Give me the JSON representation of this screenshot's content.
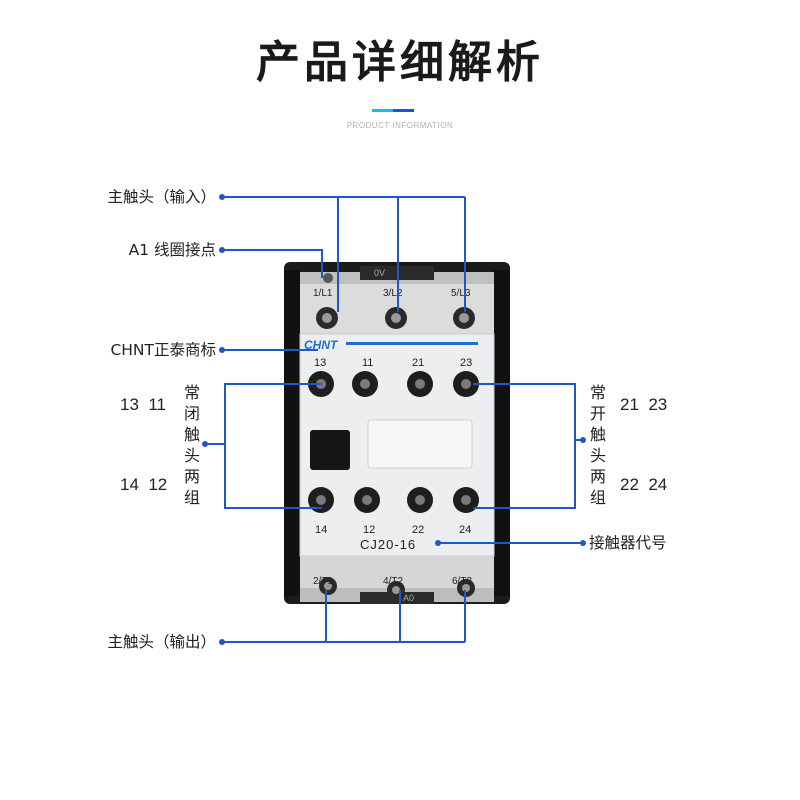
{
  "header": {
    "title": "产品详细解析",
    "subtitle": "PRODUCT INFORMATION",
    "bar_colors": [
      "#1fb7e6",
      "#1e50d8"
    ]
  },
  "callouts": {
    "main_input": "主触头（输入）",
    "a1_coil": "A1 线圈接点",
    "brand_mark": "CHNT正泰商标",
    "contactor_code": "接触器代号",
    "main_output": "主触头（输出）"
  },
  "aux_left": {
    "top_numbers": "13  11",
    "bottom_numbers": "14  12",
    "label_chars": [
      "常",
      "闭",
      "触",
      "头",
      "两",
      "组"
    ]
  },
  "aux_right": {
    "top_numbers": "21  23",
    "bottom_numbers": "22  24",
    "label_chars": [
      "常",
      "开",
      "触",
      "头",
      "两",
      "组"
    ]
  },
  "device": {
    "top_terminals": [
      "1/L1",
      "3/L2",
      "5/L3"
    ],
    "top_center_text": "0V",
    "brand": "CHNT",
    "aux_top_labels": [
      "13",
      "11",
      "21",
      "23"
    ],
    "aux_bottom_labels": [
      "14",
      "12",
      "22",
      "24"
    ],
    "model": "CJ20-16",
    "bottom_terminals": [
      "2/T1",
      "4/T2",
      "6/T3"
    ],
    "bottom_center_text": "A0"
  },
  "colors": {
    "leader": "#1f57c8",
    "housing": "#1b1b1b",
    "front_panel": "#eceef0",
    "brand_blue": "#1f6fd0",
    "screw": "#2a2a2a"
  }
}
